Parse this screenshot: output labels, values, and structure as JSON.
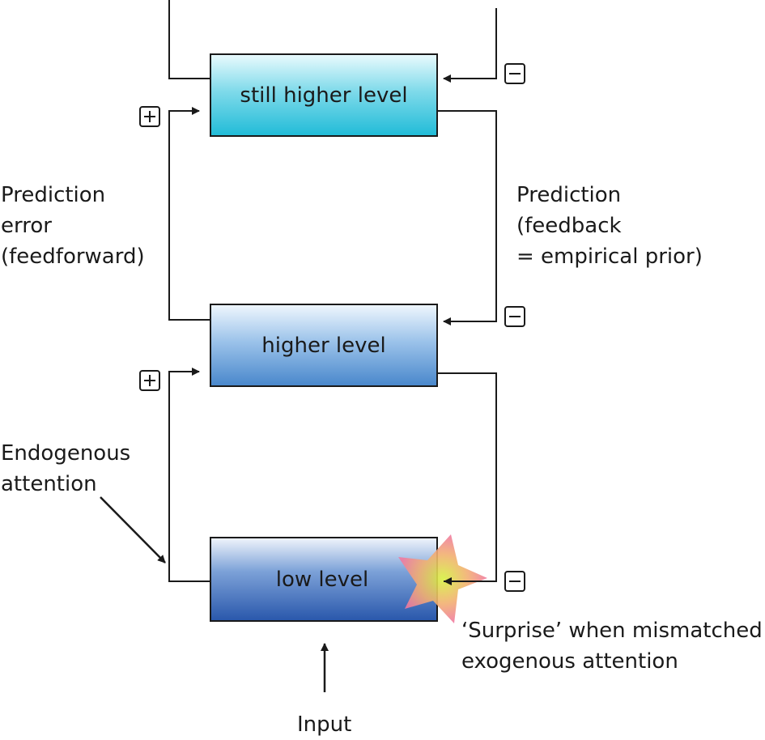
{
  "boxes": {
    "top": {
      "label": "still higher level"
    },
    "middle": {
      "label": "higher level"
    },
    "bottom": {
      "label": "low level"
    }
  },
  "labels": {
    "prediction_error": [
      "Prediction",
      "error",
      "(feedforward)"
    ],
    "prediction_feedback": [
      "Prediction",
      "(feedback",
      "= empirical prior)"
    ],
    "endogenous_attention": [
      "Endogenous",
      "attention"
    ],
    "surprise": [
      "‘Surprise’  when mismatched",
      "exogenous attention"
    ],
    "input": "Input"
  },
  "signs": {
    "feedforward": "+",
    "feedback": "−"
  },
  "colors": {
    "top_box": "#2cc3dd",
    "middle_box": "#4f8fd0",
    "bottom_box": "#2f5fb0",
    "surprise_star_outer": "#f08aa0",
    "surprise_star_inner": "#e6e640"
  }
}
